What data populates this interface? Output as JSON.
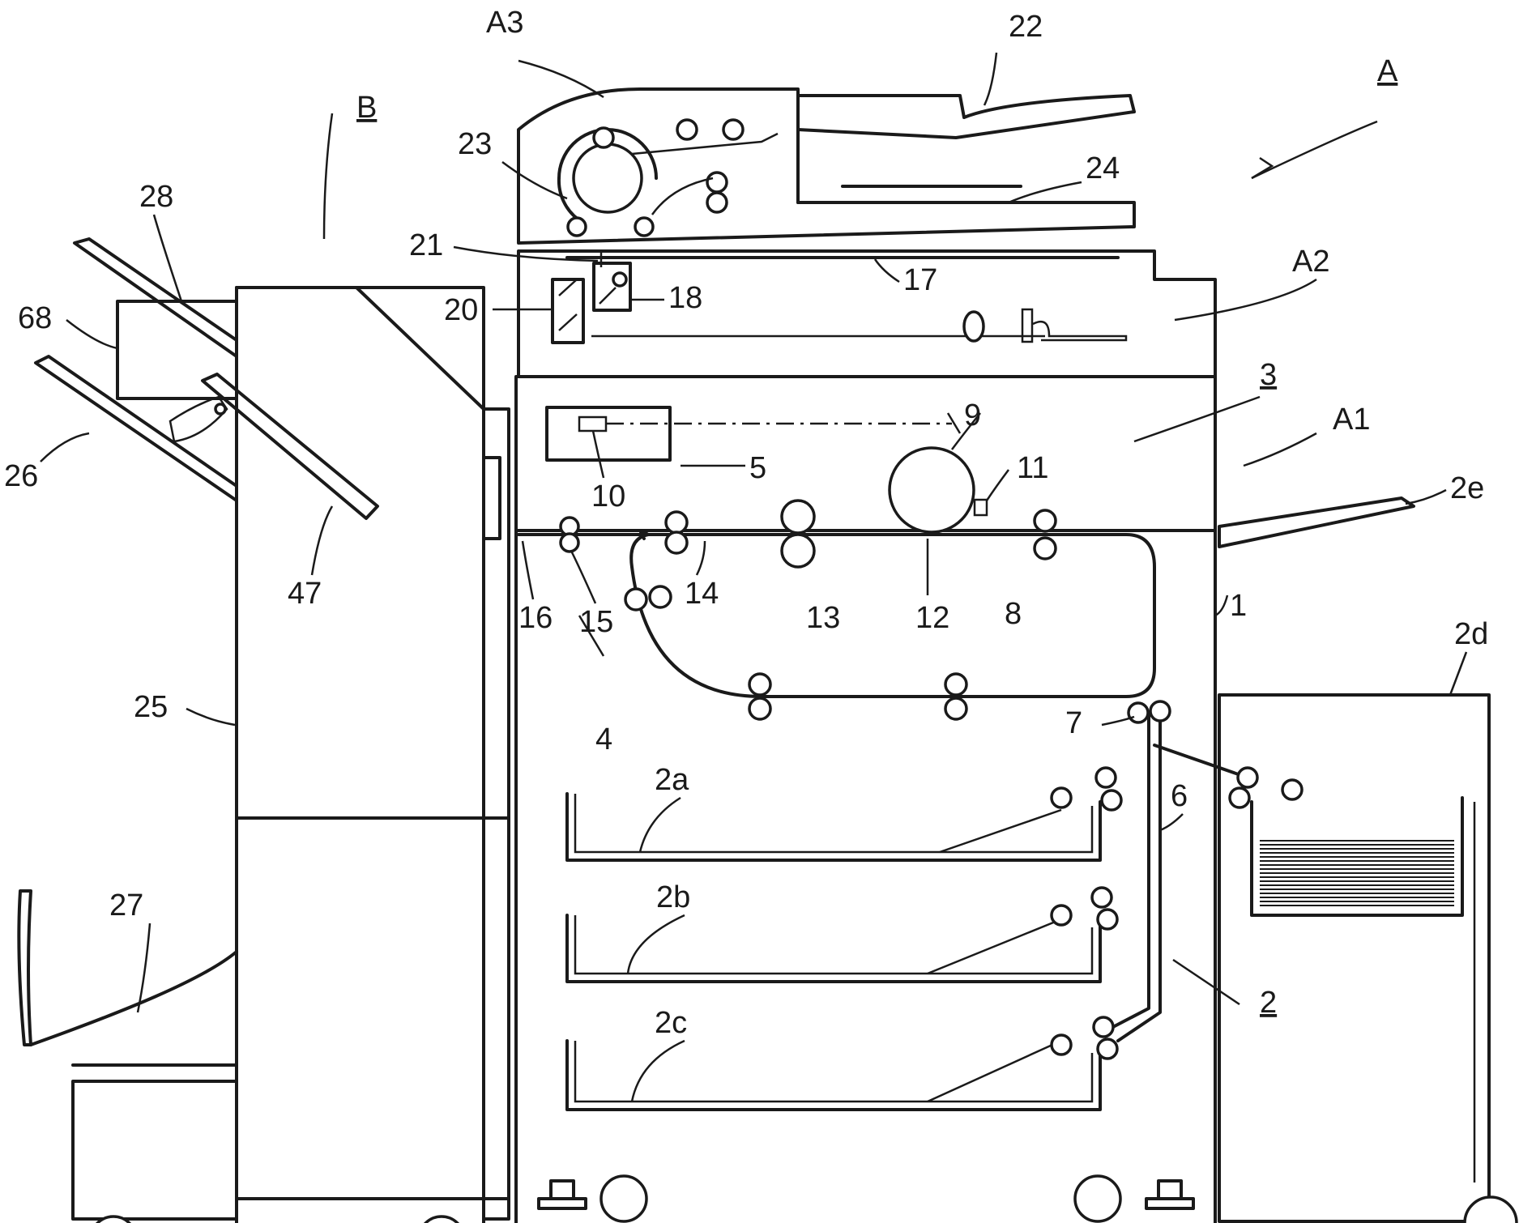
{
  "labels": {
    "A": "A",
    "A1": "A1",
    "A2": "A2",
    "A3": "A3",
    "B": "B",
    "n1": "1",
    "n2": "2",
    "n3": "3",
    "n4": "4",
    "n5": "5",
    "n6": "6",
    "n7": "7",
    "n8": "8",
    "n9": "9",
    "n10": "10",
    "n11": "11",
    "n12": "12",
    "n13": "13",
    "n14": "14",
    "n15": "15",
    "n16": "16",
    "n17": "17",
    "n18": "18",
    "n20": "20",
    "n21": "21",
    "n22": "22",
    "n23": "23",
    "n24": "24",
    "n25": "25",
    "n26": "26",
    "n27": "27",
    "n28": "28",
    "n47": "47",
    "n68": "68",
    "n2a": "2a",
    "n2b": "2b",
    "n2c": "2c",
    "n2d": "2d",
    "n2e": "2e"
  },
  "colors": {
    "line": "#1a1a1a",
    "background": "#ffffff"
  }
}
